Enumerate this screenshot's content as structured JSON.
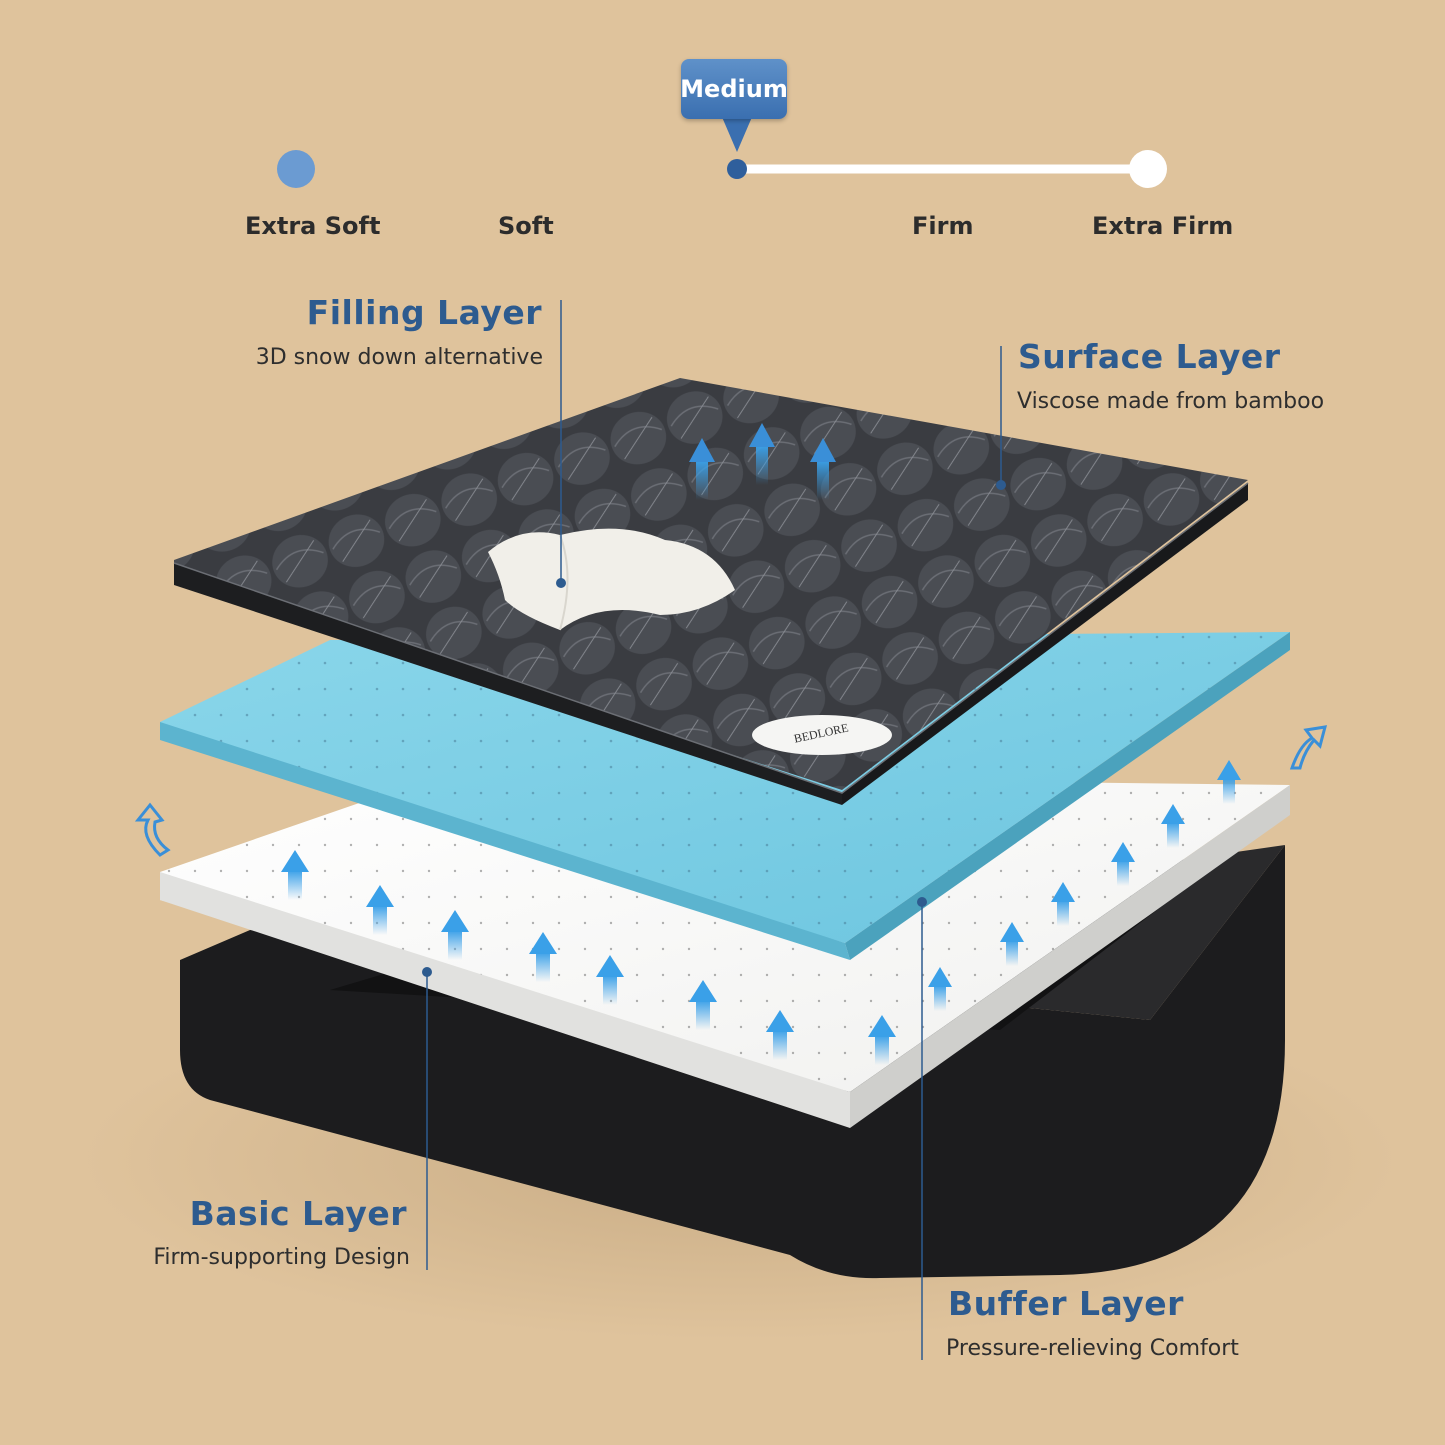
{
  "firmness_scale": {
    "selected": "Medium",
    "selected_fraction": 0.5,
    "labels": [
      "Extra Soft",
      "Soft",
      "Firm",
      "Extra Firm"
    ]
  },
  "layers": {
    "filling": {
      "title": "Filling Layer",
      "subtitle": "3D snow down alternative"
    },
    "surface": {
      "title": "Surface Layer",
      "subtitle": "Viscose made from bamboo"
    },
    "basic": {
      "title": "Basic Layer",
      "subtitle": "Firm-supporting Design"
    },
    "buffer": {
      "title": "Buffer Layer",
      "subtitle": "Pressure-relieving Comfort"
    }
  },
  "brand": {
    "logo_text": "BEDLORE"
  },
  "colors": {
    "background": "#dfc39c",
    "accent_blue": "#2d5b8f",
    "scale_blue": "#3d6ca8",
    "foam_blue": "#7fd0e6",
    "topper_dark": "#2d2f33"
  }
}
